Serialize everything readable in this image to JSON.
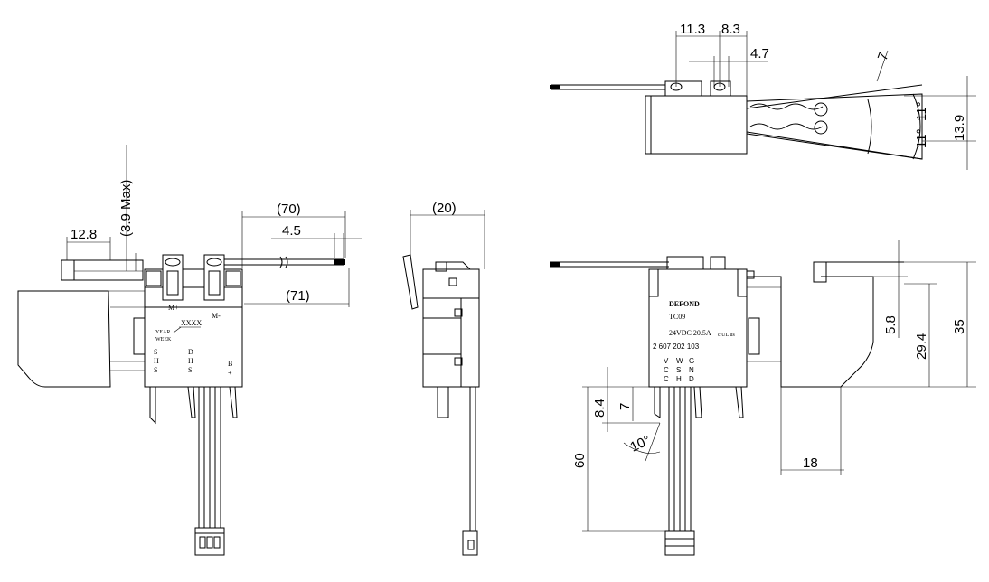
{
  "dimensions": {
    "d12_8": "12.8",
    "d3_9max": "(3.9 Max)",
    "d70": "(70)",
    "d4_5": "4.5",
    "d71": "(71)",
    "d20": "(20)",
    "d11_3": "11.3",
    "d8_3": "8.3",
    "d4_7": "4.7",
    "d7_angle": "7",
    "d11deg_a": "11°",
    "d11deg_b": "11°",
    "d13_9": "13.9",
    "d5_8": "5.8",
    "d29_4": "29.4",
    "d35": "35",
    "d8_4": "8.4",
    "d7": "7",
    "d10deg": "10°",
    "d60": "60",
    "d18": "18"
  },
  "left_view_labels": {
    "m_plus": "M+",
    "m_minus": "M-",
    "year": "YEAR",
    "week": "WEEK",
    "xxxx": "XXXX",
    "col1": [
      "S",
      "H",
      "S"
    ],
    "col2": [
      "D",
      "H",
      "S"
    ],
    "col3": [
      "B",
      "+"
    ]
  },
  "right_view_labels": {
    "brand": "DEFOND",
    "model": "TC09",
    "rating": "24VDC 20.5A",
    "ul_mark": "c UL us",
    "part_number": "2 607 202 103",
    "pins_row1": [
      "V",
      "W",
      "G"
    ],
    "pins_row2": [
      "C",
      "S",
      "N"
    ],
    "pins_row3": [
      "C",
      "H",
      "D"
    ]
  }
}
